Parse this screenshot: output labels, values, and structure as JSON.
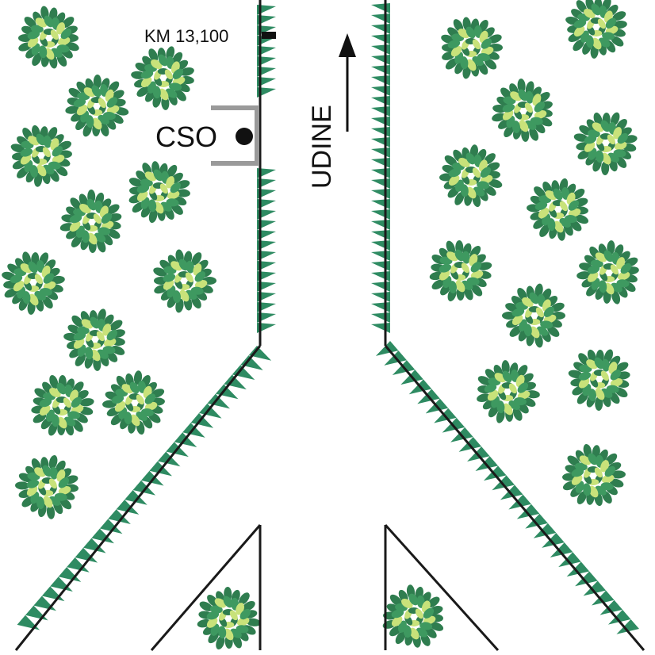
{
  "labels": {
    "km_marker": "KM 13,100",
    "station": "CSO",
    "direction": "UDINE"
  },
  "colors": {
    "road_edge": "#1a1a1a",
    "hedge_teeth": "#2e8b62",
    "tree_dark": "#2f7d4f",
    "tree_mid": "#3e9960",
    "tree_light": "#c8e27a",
    "station_bracket": "#9a9a9a",
    "marker": "#111111"
  },
  "icons": {
    "tree": "tree-canopy-icon",
    "direction_arrow": "arrow-up-icon",
    "station_point": "filled-circle-icon",
    "km_tick": "km-tick-icon"
  }
}
